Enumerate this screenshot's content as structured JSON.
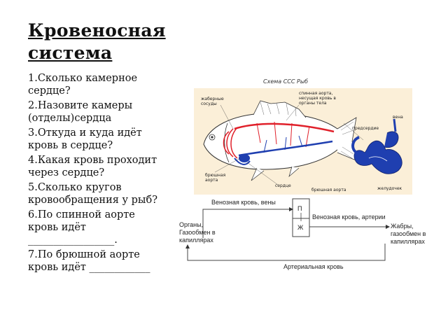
{
  "slide": {
    "title": "Кровеносная система",
    "questions": [
      "1.Сколько камерное сердце?",
      "2.Назовите камеры (отделы)сердца",
      "3.Откуда и куда идёт кровь в сердце?",
      "4.Какая кровь проходит через сердце?",
      "5.Сколько кругов кровообращения у рыб?",
      "6.По спинной аорте кровь идёт _________________.",
      "7.По брюшной аорте кровь идёт ____________"
    ]
  },
  "figure": {
    "caption": "Схема ССС Рыб",
    "labels": {
      "gill_vessels": "жаберные сосуды",
      "dorsal_aorta": "спинная аорта, несущая кровь в органы тела",
      "ventral_aorta": "брюшная аорта",
      "heart": "сердце",
      "ventral_aorta_right": "брюшная аорта",
      "atrium": "предсердие",
      "vein": "вена",
      "ventricle": "желудочек"
    }
  },
  "scheme": {
    "venous_blood_veins": "Венозная кровь, вены",
    "box_top": "П",
    "box_bottom": "Ж",
    "venous_blood_arteries": "Венозная кровь, артерии",
    "organs": "Органы, Газообмен в капиллярах",
    "gills": "Жабры, газообмен в капиллярах",
    "arterial_blood": "Артериальная кровь"
  },
  "colors": {
    "artery": "#e0202a",
    "vein": "#1f3fb0",
    "fish_body": "#ffffff",
    "panel_bg": "#fbefd8"
  }
}
